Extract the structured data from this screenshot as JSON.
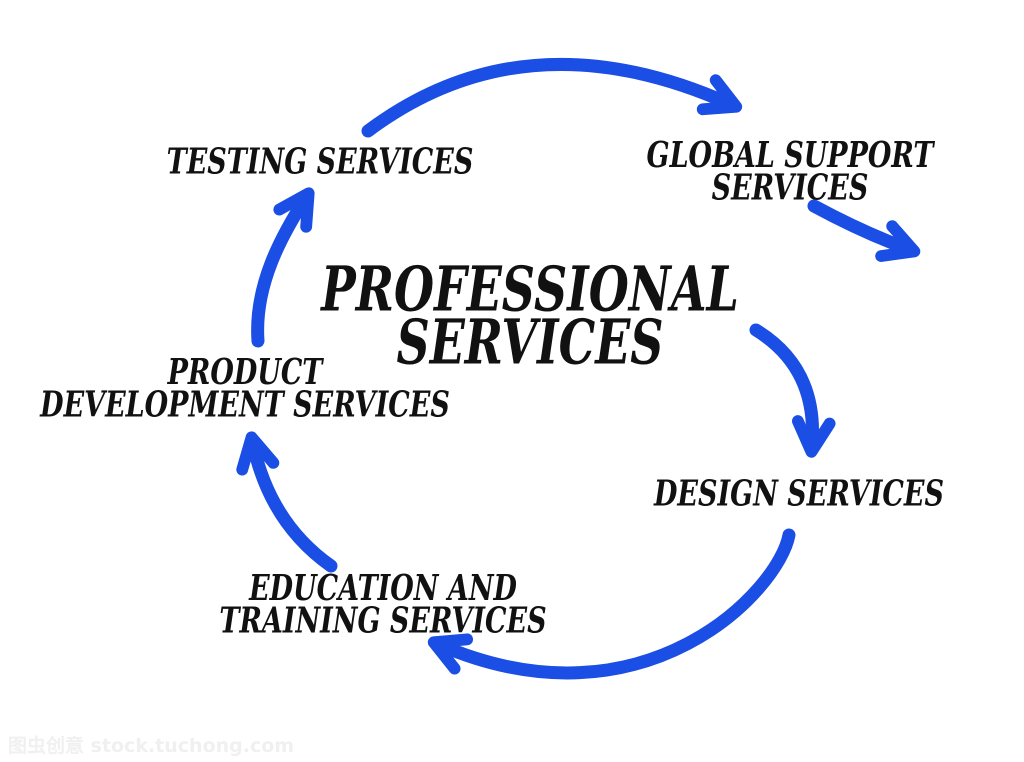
{
  "colors": {
    "background": "#ffffff",
    "arrow": "#1b4ee4",
    "text": "#111111",
    "watermark": "#f0f0f0"
  },
  "diagram": {
    "title": "PROFESSIONAL\nSERVICES",
    "nodes": [
      {
        "id": "testing",
        "label": "TESTING SERVICES"
      },
      {
        "id": "global-support",
        "label": "GLOBAL SUPPORT\nSERVICES"
      },
      {
        "id": "design",
        "label": "DESIGN SERVICES"
      },
      {
        "id": "education-training",
        "label": "EDUCATION AND\nTRAINING SERVICES"
      },
      {
        "id": "product-development",
        "label": "PRODUCT\nDEVELOPMENT SERVICES"
      }
    ]
  },
  "watermark": {
    "text": "图虫创意 stock.tuchong.com"
  }
}
